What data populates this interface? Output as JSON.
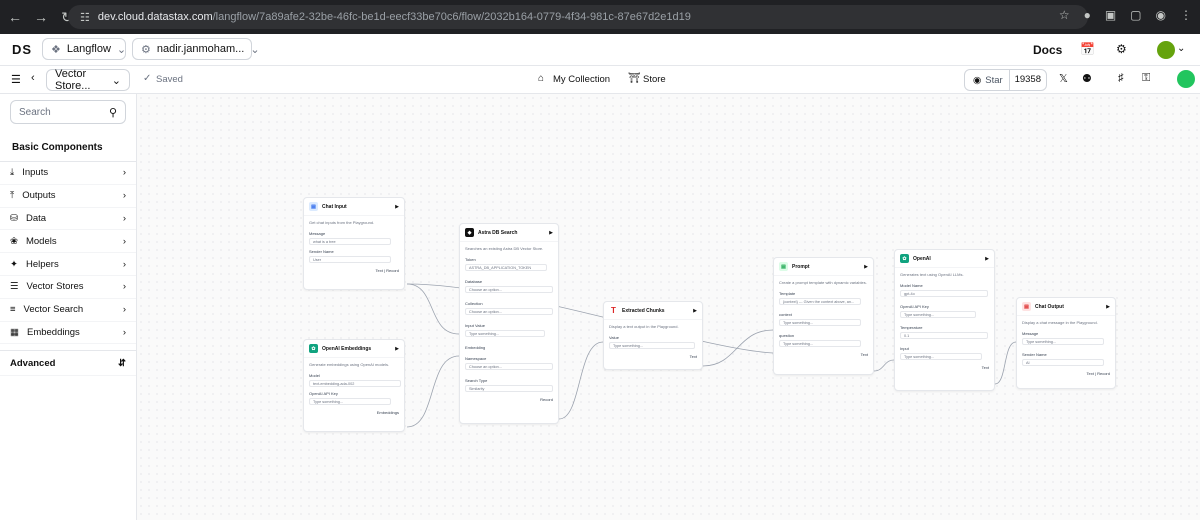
{
  "browser": {
    "url_host": "dev.cloud.datastax.com",
    "url_path": "/langflow/7a89afe2-32be-46fc-be1d-eecf33be70c6/flow/2032b164-0779-4f34-981c-87e67d2e1d19"
  },
  "header": {
    "logo": "DS",
    "app_name": "Langflow",
    "workspace": "nadir.janmoham...",
    "docs": "Docs"
  },
  "toolbar": {
    "flow_name": "Vector Store...",
    "saved": "Saved",
    "my_collection": "My Collection",
    "store": "Store",
    "star": "Star",
    "star_count": "19358"
  },
  "sidebar": {
    "search_placeholder": "Search",
    "basic_title": "Basic Components",
    "items": [
      {
        "label": "Inputs",
        "icon": "download-icon"
      },
      {
        "label": "Outputs",
        "icon": "upload-icon"
      },
      {
        "label": "Data",
        "icon": "database-icon"
      },
      {
        "label": "Models",
        "icon": "brain-icon"
      },
      {
        "label": "Helpers",
        "icon": "wand-icon"
      },
      {
        "label": "Vector Stores",
        "icon": "layers-icon"
      },
      {
        "label": "Vector Search",
        "icon": "search-list-icon"
      },
      {
        "label": "Embeddings",
        "icon": "binary-icon"
      }
    ],
    "advanced": "Advanced"
  },
  "nodes": {
    "chat_input": {
      "title": "Chat Input",
      "desc": "Get chat inputs from the Playground.",
      "message_label": "Message",
      "message_value": "what is a tree",
      "sender_label": "Sender Name",
      "sender_value": "User",
      "output": "Text | Record"
    },
    "openai_embeddings": {
      "title": "OpenAI Embeddings",
      "desc": "Generate embeddings using OpenAI models.",
      "model_label": "Model",
      "model_value": "text-embedding-ada-002",
      "key_label": "OpenAI API Key",
      "key_placeholder": "Type something...",
      "output": "Embeddings"
    },
    "astra": {
      "title": "Astra DB Search",
      "desc": "Searches an existing Astra DB Vector Store.",
      "token_label": "Token",
      "token_value": "ASTRA_DB_APPLICATION_TOKEN",
      "db_label": "Database",
      "db_value": "Choose an option...",
      "coll_label": "Collection",
      "coll_value": "Choose an option...",
      "input_label": "Input Value",
      "input_placeholder": "Type something...",
      "emb_label": "Embedding",
      "ns_label": "Namespace",
      "ns_value": "Choose an option...",
      "st_label": "Search Type",
      "st_value": "Similarity",
      "output": "Record"
    },
    "extracted": {
      "title": "Extracted Chunks",
      "desc": "Display a text output in the Playground.",
      "value_label": "Value",
      "value_placeholder": "Type something...",
      "output": "Text"
    },
    "prompt": {
      "title": "Prompt",
      "desc": "Create a prompt template with dynamic variables.",
      "template_label": "Template",
      "template_value": "{context} --- Given the context above, an...",
      "context_label": "context",
      "context_placeholder": "Type something...",
      "question_label": "question",
      "question_placeholder": "Type something...",
      "output": "Text"
    },
    "openai": {
      "title": "OpenAI",
      "desc": "Generates text using OpenAI LLMs.",
      "model_label": "Model Name",
      "model_value": "gpt-4o",
      "key_label": "OpenAI API Key",
      "key_placeholder": "Type something...",
      "temp_label": "Temperature",
      "temp_value": "0.1",
      "input_label": "Input",
      "input_placeholder": "Type something...",
      "output": "Text"
    },
    "chat_output": {
      "title": "Chat Output",
      "desc": "Display a chat message in the Playground.",
      "message_label": "Message",
      "message_placeholder": "Type something...",
      "sender_label": "Sender Name",
      "sender_value": "AI",
      "output": "Text | Record"
    }
  },
  "colors": {
    "accent_green": "#22c55e",
    "browser_dark": "#202124",
    "edge": "#9ca3af",
    "handle": "#60a5fa"
  }
}
